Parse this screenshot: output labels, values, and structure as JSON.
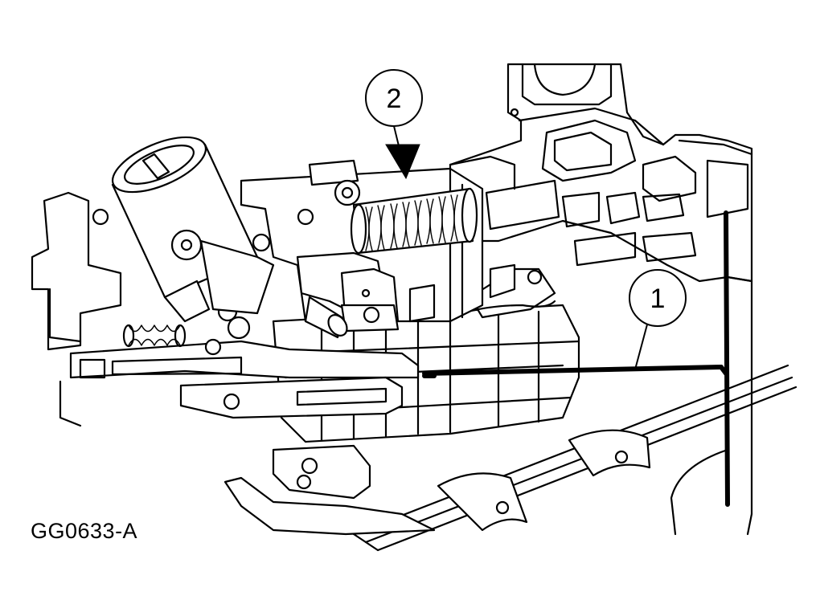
{
  "figure_id": "GG0633-A",
  "callouts": [
    {
      "number": "1"
    },
    {
      "number": "2"
    }
  ]
}
